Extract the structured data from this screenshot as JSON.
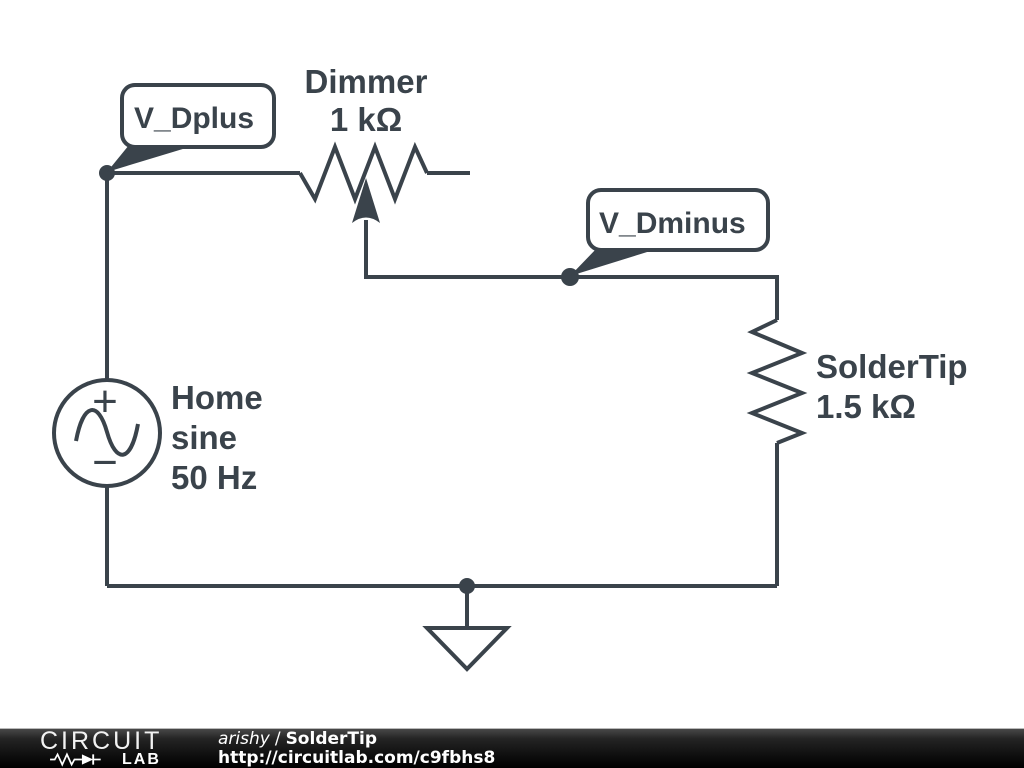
{
  "circuit": {
    "net_labels": [
      {
        "label": "V_Dplus"
      },
      {
        "label": "V_Dminus"
      }
    ],
    "components": [
      {
        "type": "voltage-source",
        "name": "Home",
        "waveform": "sine",
        "frequency": "50 Hz",
        "plus": "+",
        "minus": "−"
      },
      {
        "type": "potentiometer",
        "name": "Dimmer",
        "value": "1 kΩ"
      },
      {
        "type": "resistor",
        "name": "SolderTip",
        "value": "1.5 kΩ"
      }
    ],
    "colors": {
      "stroke": "#3a434b",
      "canvas": "#ffffff"
    }
  },
  "footer": {
    "logo": {
      "top": "CIRCUIT",
      "bottom": "LAB"
    },
    "author": "arishy",
    "separator": "/",
    "project": "SolderTip",
    "url": "http://circuitlab.com/c9fbhs8",
    "colors": {
      "bar": "#000000",
      "text": "#ffffff"
    }
  }
}
